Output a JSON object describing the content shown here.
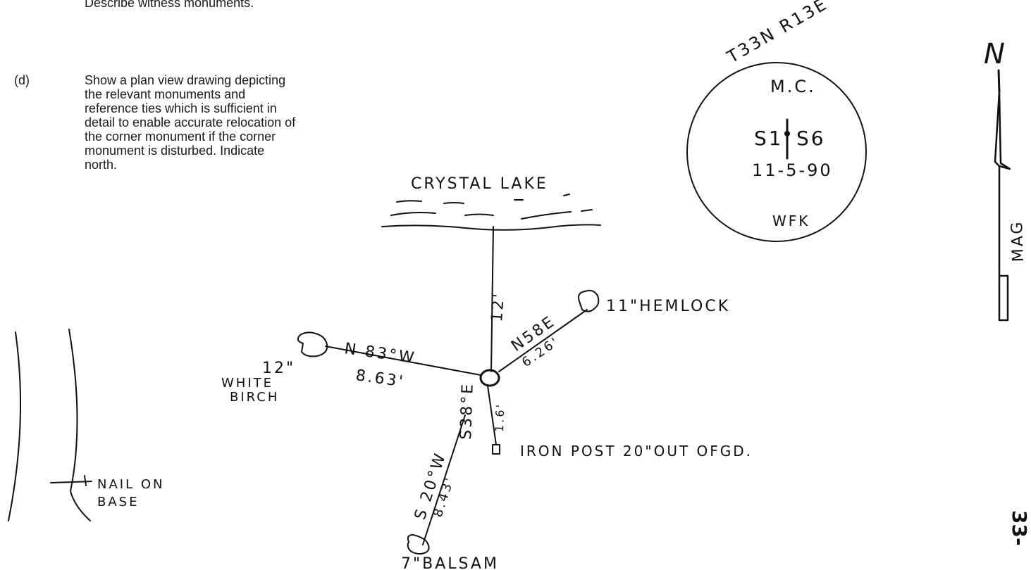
{
  "instructions": {
    "top_line": "Describe witness monuments.",
    "item_label": "(d)",
    "item_lines": [
      "Show a plan view drawing depicting",
      "the relevant monuments and",
      "reference ties which is sufficient in",
      "detail to enable accurate relocation of",
      "the corner monument if the corner",
      "monument is disturbed. Indicate",
      "north."
    ]
  },
  "sketch": {
    "lake_label": "CRYSTAL LAKE",
    "lake_distance": "12'",
    "hemlock_label": "11\"HEMLOCK",
    "hemlock_bearing": "N58E",
    "hemlock_distance": "6.26'",
    "birch_size": "12\"",
    "birch_line1": "WHITE",
    "birch_line2": "BIRCH",
    "birch_bearing": "N 83°W",
    "birch_distance": "8.63'",
    "post_bearing": "S38°E",
    "post_distance": "1.6'",
    "post_label": "IRON POST 20\"OUT OFGD.",
    "balsam_bearing": "S 20°W",
    "balsam_distance": "8.43'",
    "balsam_label": "7\"BALSAM",
    "nail_line1": "NAIL ON",
    "nail_line2": "BASE"
  },
  "seal": {
    "line1": "T33N R13E",
    "line2": "M.C.",
    "sec_left": "S1",
    "sec_right": "S6",
    "date": "11-5-90",
    "initials": "WFK"
  },
  "north_arrow": {
    "label": "N",
    "mag_label": "MAG"
  },
  "page_number": "33-"
}
